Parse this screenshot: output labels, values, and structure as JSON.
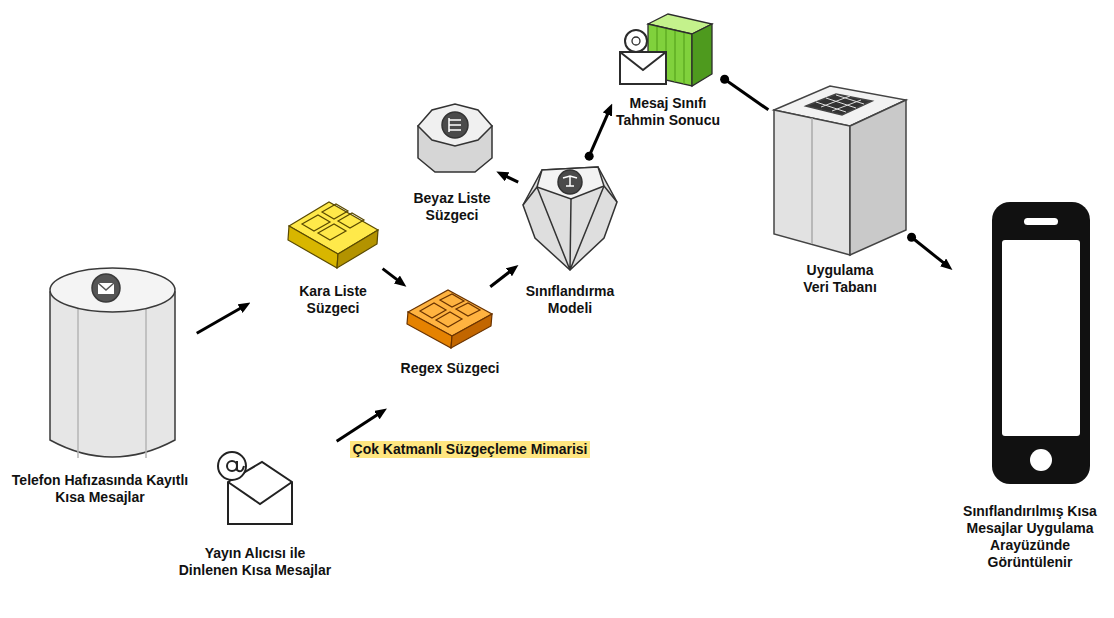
{
  "diagram": {
    "nodes": [
      {
        "text": [
          "Çok Katmanlı Süzgeçleme Mimarisi"
        ]
      },
      {
        "text": [
          "Beyaz Liste Süzgeci"
        ],
        "in": 0
      },
      {
        "text": [
          "Kara Liste Süzgeci"
        ],
        "in": 0
      },
      {
        "text": [
          "Sınıflandırma Modeli"
        ],
        "in": 0
      },
      {
        "text": [
          "Regex Süzgeci"
        ],
        "in": 0
      },
      {
        "text": [
          "Mesaj Sınıfı Tahmin Sonucu"
        ]
      },
      {
        "text": [
          "Uygulama Veri Tabanı"
        ]
      },
      {
        "text": [
          "Telefon Hafızasında Kayıtlı Kısa Mesajlar"
        ]
      },
      {
        "text": [
          "Yayın Alıcısı ile Dinlenen Kısa Mesajlar"
        ]
      },
      {
        "text": [
          "Sınıflandırılmış Kısa Mesajlar Uygulama Arayüzünde Görüntülenir"
        ]
      }
    ],
    "edges": [
      {
        "from": 7,
        "to": 0,
        "arrow": "to"
      },
      {
        "from": 8,
        "to": 0,
        "arrow": "to"
      },
      {
        "from": 2,
        "to": 4,
        "arrow": "to"
      },
      {
        "from": 4,
        "to": 3,
        "arrow": "to"
      },
      {
        "from": 3,
        "to": 1,
        "arrow": "to"
      },
      {
        "from": 3,
        "to": 5,
        "arrow": "to"
      },
      {
        "from": 5,
        "to": 6,
        "arrow": "none"
      },
      {
        "from": 6,
        "to": 9,
        "arrow": "to"
      }
    ]
  }
}
